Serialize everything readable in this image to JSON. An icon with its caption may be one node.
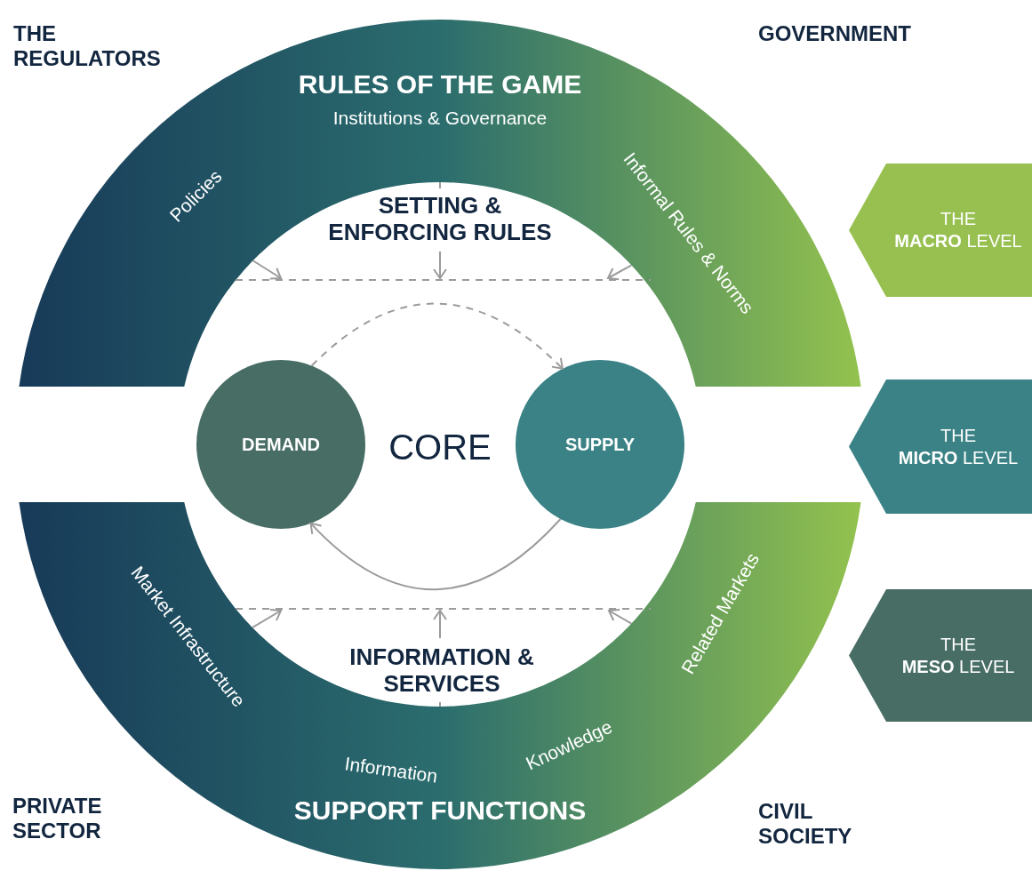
{
  "diagram": {
    "nodes": [
      {
        "text": [
          "RULES OF THE GAME",
          "Institutions & Governance",
          "Policies",
          "Informal Rules & Norms"
        ]
      },
      {
        "text": [
          "THE",
          "**MACRO** LEVEL"
        ]
      },
      {
        "text": [
          "DEMAND"
        ]
      },
      {
        "text": [
          "SUPPLY"
        ]
      },
      {
        "text": [
          "THE",
          "**MICRO** LEVEL"
        ]
      },
      {
        "text": [
          "SUPPORT FUNCTIONS",
          "Market Infrastructure",
          "Information",
          "Knowledge",
          "Related Markets"
        ]
      },
      {
        "text": [
          "THE",
          "**MESO** LEVEL"
        ]
      }
    ],
    "edges": [
      {
        "from": 0,
        "to": null,
        "arrow": "to"
      },
      {
        "from": 0,
        "to": null,
        "arrow": "to"
      },
      {
        "from": 0,
        "to": null,
        "arrow": "to"
      },
      {
        "from": 2,
        "to": 3,
        "arrow": "to",
        "style": "dashed"
      },
      {
        "from": 3,
        "to": 2,
        "arrow": "to"
      },
      {
        "from": 5,
        "to": null,
        "arrow": "to"
      },
      {
        "from": 5,
        "to": null,
        "arrow": "to"
      },
      {
        "from": 5,
        "to": null,
        "arrow": "to"
      }
    ],
    "labels": [
      "THE REGULATORS",
      "GOVERNMENT",
      "SETTING & ENFORCING RULES",
      "CORE",
      "INFORMATION & SERVICES",
      "PRIVATE SECTOR",
      "CIVIL SOCIETY"
    ]
  }
}
